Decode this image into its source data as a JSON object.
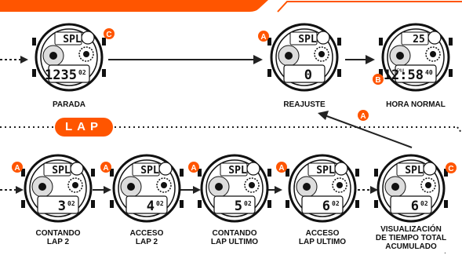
{
  "brand_color": "#ff5500",
  "lap_label": "LAP",
  "button_tags": {
    "a": "A",
    "b": "B",
    "c": "C"
  },
  "watches": [
    {
      "id": "parada",
      "caption": [
        "PARADA"
      ],
      "top_text": "SPL",
      "bottom_text": "1235",
      "small_text": "02"
    },
    {
      "id": "reajuste",
      "caption": [
        "REAJUSTE"
      ],
      "top_text": "SPL",
      "bottom_text": "0",
      "small_text": ""
    },
    {
      "id": "hora-normal",
      "caption": [
        "HORA NORMAL"
      ],
      "top_text": "25",
      "bottom_text": "12:58",
      "small_text": "40",
      "pm": "PM"
    },
    {
      "id": "contando-lap-2",
      "caption": [
        "CONTANDO",
        "LAP 2"
      ],
      "top_text": "SPL",
      "bottom_text": "3",
      "small_text": "02"
    },
    {
      "id": "acceso-lap-2",
      "caption": [
        "ACCESO",
        "LAP 2"
      ],
      "top_text": "SPL",
      "bottom_text": "4",
      "small_text": "02"
    },
    {
      "id": "contando-lap-ultimo",
      "caption": [
        "CONTANDO",
        "LAP ULTIMO"
      ],
      "top_text": "SPL",
      "bottom_text": "5",
      "small_text": "02"
    },
    {
      "id": "acceso-lap-ultimo",
      "caption": [
        "ACCESO",
        "LAP ULTIMO"
      ],
      "top_text": "SPL",
      "bottom_text": "6",
      "small_text": "02"
    },
    {
      "id": "visualizacion-tiempo-total",
      "caption": [
        "VISUALIZACIÓN",
        "DE TIEMPO TOTAL",
        "ACUMULADO"
      ],
      "top_text": "SPL",
      "bottom_text": "6",
      "small_text": "02"
    }
  ]
}
